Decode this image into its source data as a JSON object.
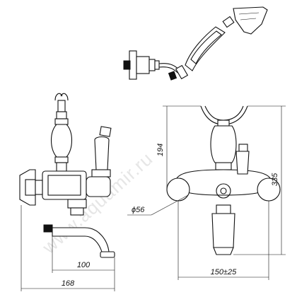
{
  "watermark": "www.aquamir.ru",
  "dimensions": {
    "handshower_height": "194",
    "total_height": "335",
    "outlet_diameter": "ϕ56",
    "spout_reach": "100",
    "total_depth": "168",
    "center_distance": "150±25"
  }
}
